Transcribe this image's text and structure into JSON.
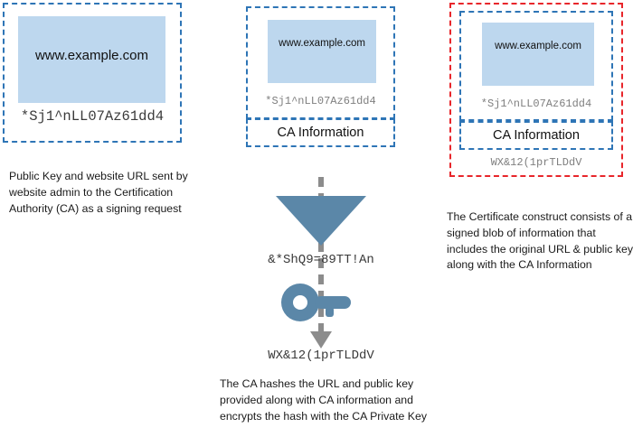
{
  "diagram": {
    "title": "Certificate signing request and certificate construction",
    "colors": {
      "box_fill": "#bdd7ee",
      "dashed_blue": "#2e75b6",
      "dashed_red": "#e8262b",
      "funnel": "#5b87a8",
      "key": "#5b87a8",
      "arrow": "#8c8c8c",
      "hash_text": "#7f7f7f"
    }
  },
  "left_column": {
    "url": "www.example.com",
    "public_key_hash": "*Sj1^nLL07Az61dd4",
    "caption": "Public Key and website URL sent by website admin to the Certification Authority (CA) as a signing request"
  },
  "middle_column": {
    "url": "www.example.com",
    "public_key_hash": "*Sj1^nLL07Az61dd4",
    "ca_information_label": "CA Information",
    "flow": {
      "hash_output": "&*ShQ9=89TT!An",
      "signature_output": "WX&12(1prTLDdV",
      "funnel_icon": "funnel-icon",
      "key_icon": "key-icon",
      "arrow_icon": "down-arrow-icon"
    },
    "caption": "The CA hashes the URL and public key provided along with CA information and encrypts the hash with the CA Private Key"
  },
  "right_column": {
    "url": "www.example.com",
    "public_key_hash": "*Sj1^nLL07Az61dd4",
    "ca_information_label": "CA Information",
    "signature": "WX&12(1prTLDdV",
    "caption": "The Certificate construct consists of a signed blob of information that includes the original URL & public key along with the CA Information"
  }
}
